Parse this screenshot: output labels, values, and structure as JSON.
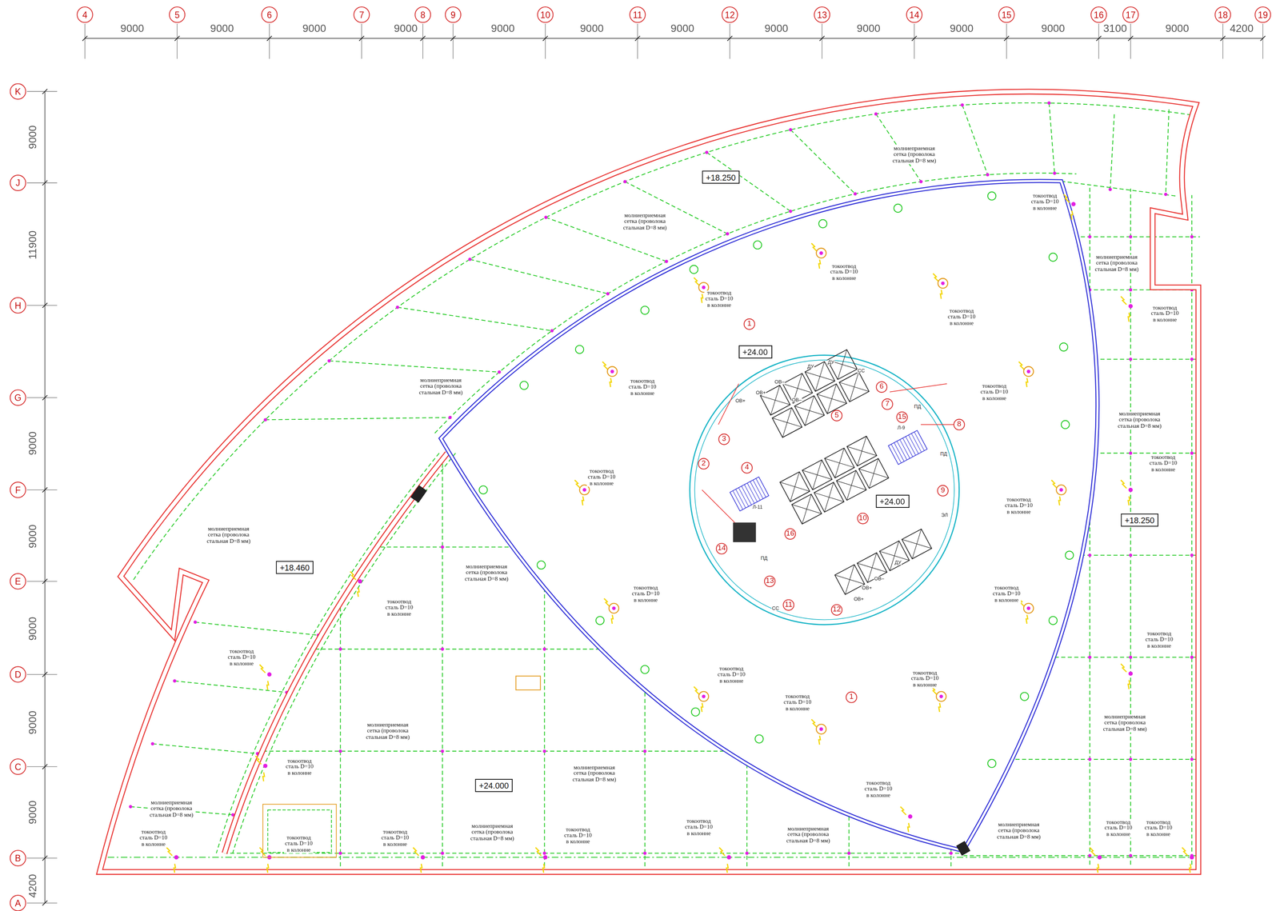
{
  "diagram": {
    "nodes": [
      {
        "text": [
          "4"
        ]
      },
      {
        "text": [
          "5"
        ]
      },
      {
        "text": [
          "6"
        ]
      },
      {
        "text": [
          "7"
        ]
      },
      {
        "text": [
          "8"
        ]
      },
      {
        "text": [
          "9"
        ]
      },
      {
        "text": [
          "10"
        ]
      },
      {
        "text": [
          "11"
        ]
      },
      {
        "text": [
          "12"
        ]
      },
      {
        "text": [
          "13"
        ]
      },
      {
        "text": [
          "14"
        ]
      },
      {
        "text": [
          "15"
        ]
      },
      {
        "text": [
          "16"
        ]
      },
      {
        "text": [
          "17"
        ]
      },
      {
        "text": [
          "18"
        ]
      },
      {
        "text": [
          "19"
        ]
      },
      {
        "text": [
          "K"
        ]
      },
      {
        "text": [
          "J"
        ]
      },
      {
        "text": [
          "H"
        ]
      },
      {
        "text": [
          "G"
        ]
      },
      {
        "text": [
          "F"
        ]
      },
      {
        "text": [
          "E"
        ]
      },
      {
        "text": [
          "D"
        ]
      },
      {
        "text": [
          "C"
        ]
      },
      {
        "text": [
          "B"
        ]
      },
      {
        "text": [
          "A"
        ]
      },
      {
        "text": [
          "+18.250"
        ]
      },
      {
        "text": [
          "1"
        ]
      },
      {
        "text": [
          "+24.00"
        ]
      },
      {
        "text": [
          "6"
        ]
      },
      {
        "text": [
          "7"
        ]
      },
      {
        "text": [
          "5"
        ]
      },
      {
        "text": [
          "15"
        ]
      },
      {
        "text": [
          "8"
        ]
      },
      {
        "text": [
          "3"
        ]
      },
      {
        "text": [
          "2"
        ]
      },
      {
        "text": [
          "4"
        ]
      },
      {
        "text": [
          "9"
        ]
      },
      {
        "text": [
          "+24.00"
        ]
      },
      {
        "text": [
          "10"
        ]
      },
      {
        "text": [
          "+18.250"
        ]
      },
      {
        "text": [
          "16"
        ]
      },
      {
        "text": [
          "14"
        ]
      },
      {
        "text": [
          "+18.460"
        ]
      },
      {
        "text": [
          "13"
        ]
      },
      {
        "text": [
          "11"
        ]
      },
      {
        "text": [
          "12"
        ]
      },
      {
        "text": [
          "1"
        ]
      },
      {
        "text": [
          "+24.000"
        ]
      }
    ],
    "labels": [
      "9000",
      "9000",
      "9000",
      "9000",
      "9000",
      "9000",
      "9000",
      "9000",
      "9000",
      "9000",
      "9000",
      "3100",
      "9000",
      "4200",
      "9000",
      "11900",
      "9000",
      "9000",
      "9000",
      "9000",
      "9000",
      "4200",
      "молниеприемная сетка (проволока стальная D=8 мм)",
      "молниеприемная сетка (проволока стальная D=8 мм)",
      "молниеприемная сетка (проволока стальная D=8 мм)",
      "молниеприемная сетка (проволока стальная D=8 мм)",
      "молниеприемная сетка (проволока стальная D=8 мм)",
      "молниеприемная сетка (проволока стальная D=8 мм)",
      "молниеприемная сетка (проволока стальная D=8 мм)",
      "молниеприемная сетка (проволока стальная D=8 мм)",
      "молниеприемная сетка (проволока стальная D=8 мм)",
      "молниеприемная сетка (проволока стальная D=8 мм)",
      "молниеприемная сетка (проволока стальная D=8 мм)",
      "молниеприемная сетка (проволока стальная D=8 мм)",
      "молниеприемная сетка (проволока стальная D=8 мм)",
      "молниеприемная сетка (проволока стальная D=8 мм)",
      "токоотвод сталь D=10 в колонне",
      "токоотвод сталь D=10 в колонне",
      "токоотвод сталь D=10 в колонне",
      "токоотвод сталь D=10 в колонне",
      "токоотвод сталь D=10 в колонне",
      "токоотвод сталь D=10 в колонне",
      "токоотвод сталь D=10 в колонне",
      "токоотвод сталь D=10 в колонне",
      "токоотвод сталь D=10 в колонне",
      "токоотвод сталь D=10 в колонне",
      "токоотвод сталь D=10 в колонне",
      "токоотвод сталь D=10 в колонне",
      "токоотвод сталь D=10 в колонне",
      "токоотвод сталь D=10 в колонне",
      "токоотвод сталь D=10 в колонне",
      "токоотвод сталь D=10 в колонне",
      "токоотвод сталь D=10 в колонне",
      "токоотвод сталь D=10 в колонне",
      "токоотвод сталь D=10 в колонне",
      "токоотвод сталь D=10 в колонне",
      "токоотвод сталь D=10 в колонне",
      "токоотвод сталь D=10 в колонне",
      "токоотвод сталь D=10 в колонне",
      "токоотвод сталь D=10 в колонне",
      "токоотвод сталь D=10 в колонне",
      "токоотвод сталь D=10 в колонне",
      "токоотвод сталь D=10 в колонне",
      "ОВ+",
      "ОВ+",
      "ОВ–",
      "ОВ–",
      "ДУ",
      "ДУ",
      "СС",
      "ПД",
      "Л-9",
      "ПД",
      "Л-11",
      "ЭЛ",
      "ПД",
      "ДУ",
      "ОВ–",
      "ОВ+",
      "ОВ+",
      "СС"
    ]
  }
}
